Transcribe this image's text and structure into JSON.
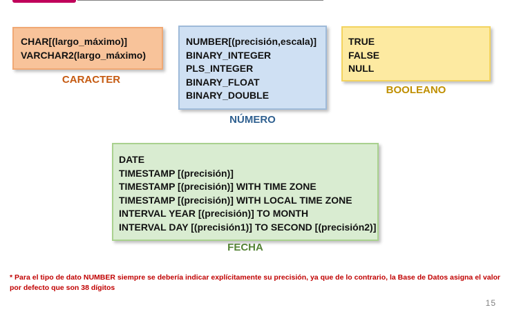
{
  "caracter": {
    "items": [
      "CHAR[(largo_máximo)]",
      "VARCHAR2(largo_máximo)"
    ],
    "label": "CARACTER"
  },
  "numero": {
    "items": [
      "NUMBER[(precisión,escala)]",
      "BINARY_INTEGER",
      "PLS_INTEGER",
      "BINARY_FLOAT",
      "BINARY_DOUBLE"
    ],
    "label": "NÚMERO"
  },
  "booleano": {
    "items": [
      "TRUE",
      "FALSE",
      "NULL"
    ],
    "label": "BOOLEANO"
  },
  "fecha": {
    "items": [
      "DATE",
      "TIMESTAMP [(precisión)]",
      "TIMESTAMP [(precisión)] WITH TIME ZONE",
      "TIMESTAMP [(precisión)] WITH LOCAL TIME ZONE",
      "INTERVAL YEAR [(precisión)] TO MONTH",
      "INTERVAL DAY [(precisión1)] TO SECOND [(precisión2)]"
    ],
    "label": "FECHA"
  },
  "note": "* Para el tipo de dato NUMBER siempre se debería indicar explícitamente su precisión, ya que de lo contrario, la Base de Datos asigna el valor por defecto que son 38 dígitos",
  "page_number": "15",
  "colors": {
    "caracter_bg": "#f8c39a",
    "numero_bg": "#cfe0f3",
    "booleano_bg": "#fdeaa1",
    "fecha_bg": "#d9ecd1",
    "note_text": "#c00000"
  }
}
